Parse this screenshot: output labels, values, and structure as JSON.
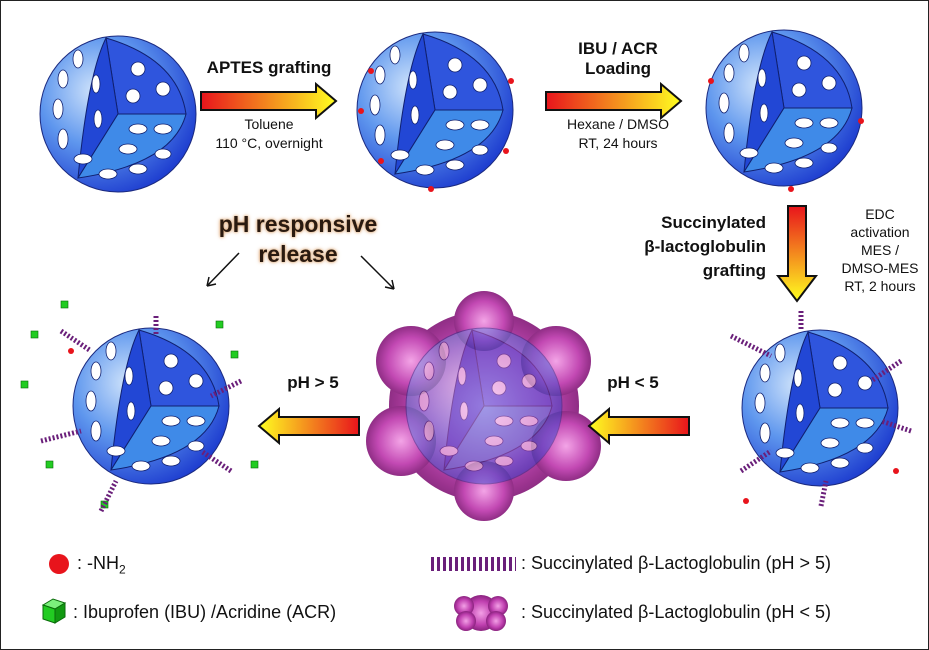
{
  "steps": {
    "step1": {
      "title": "APTES grafting",
      "cond1": "Toluene",
      "cond2": "110 °C, overnight"
    },
    "step2": {
      "title1": "IBU / ACR",
      "title2": "Loading",
      "cond1": "Hexane / DMSO",
      "cond2": "RT, 24 hours"
    },
    "step3": {
      "title1": "Succinylated",
      "title2": "β-lactoglobulin",
      "title3": "grafting",
      "cond1": "EDC",
      "cond2": "activation",
      "cond3": "MES /",
      "cond4": "DMSO-MES",
      "cond5": "RT, 2 hours"
    },
    "step4": {
      "label": "pH < 5"
    },
    "step5": {
      "label": "pH > 5"
    }
  },
  "release": {
    "line1": "pH responsive",
    "line2": "release"
  },
  "legend": {
    "nh2": ": -NH",
    "nh2_sub": "2",
    "drug": ": Ibuprofen (IBU) /Acridine (ACR)",
    "blg_high": ": Succinylated β-Lactoglobulin (pH > 5)",
    "blg_low": ": Succinylated β-Lactoglobulin (pH < 5)"
  },
  "colors": {
    "sphere": "#3a6fe0",
    "amine": "#e8141c",
    "drug": "#22cc22",
    "protein": "#6a1f7a",
    "blob": "#c040b0"
  }
}
